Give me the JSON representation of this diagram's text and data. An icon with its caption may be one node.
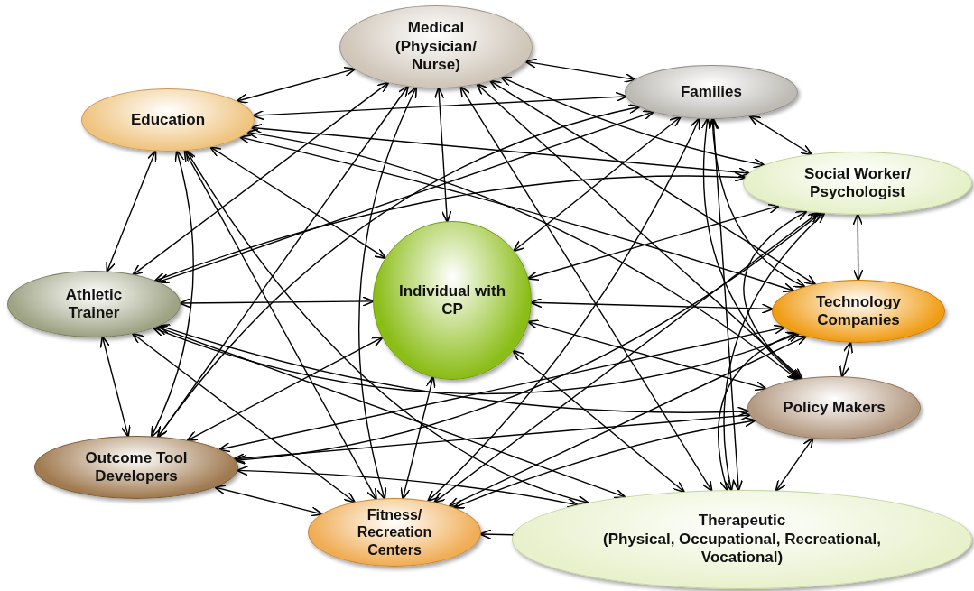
{
  "diagram": {
    "nodes": [
      {
        "text": [
          "Medical (Physician/ Nurse)"
        ]
      },
      {
        "text": [
          "Education"
        ]
      },
      {
        "text": [
          "Families"
        ]
      },
      {
        "text": [
          "Social Worker/ Psychologist"
        ]
      },
      {
        "text": [
          "Athletic Trainer"
        ]
      },
      {
        "text": [
          "Individual with CP"
        ]
      },
      {
        "text": [
          "Technology Companies"
        ]
      },
      {
        "text": [
          "Policy Makers"
        ]
      },
      {
        "text": [
          "Outcome Tool Developers"
        ]
      },
      {
        "text": [
          "Fitness/ Recreation Centers"
        ]
      },
      {
        "text": [
          "Therapeutic",
          "(Physical, Occupational, Recreational, Vocational)"
        ]
      }
    ],
    "edges": [
      {
        "from": 0,
        "to": 1,
        "arrow": "both"
      },
      {
        "from": 0,
        "to": 2,
        "arrow": "both"
      },
      {
        "from": 0,
        "to": 3,
        "arrow": "both"
      },
      {
        "from": 0,
        "to": 4,
        "arrow": "both"
      },
      {
        "from": 0,
        "to": 5,
        "arrow": "both"
      },
      {
        "from": 0,
        "to": 6,
        "arrow": "both"
      },
      {
        "from": 0,
        "to": 7,
        "arrow": "both"
      },
      {
        "from": 0,
        "to": 8,
        "arrow": "both"
      },
      {
        "from": 0,
        "to": 9,
        "arrow": "both"
      },
      {
        "from": 0,
        "to": 10,
        "arrow": "both"
      },
      {
        "from": 1,
        "to": 2,
        "arrow": "both"
      },
      {
        "from": 1,
        "to": 3,
        "arrow": "both"
      },
      {
        "from": 1,
        "to": 4,
        "arrow": "both"
      },
      {
        "from": 1,
        "to": 5,
        "arrow": "both"
      },
      {
        "from": 1,
        "to": 6,
        "arrow": "both"
      },
      {
        "from": 1,
        "to": 7,
        "arrow": "both"
      },
      {
        "from": 1,
        "to": 8,
        "arrow": "both"
      },
      {
        "from": 1,
        "to": 9,
        "arrow": "both"
      },
      {
        "from": 1,
        "to": 10,
        "arrow": "both"
      },
      {
        "from": 2,
        "to": 3,
        "arrow": "both"
      },
      {
        "from": 2,
        "to": 4,
        "arrow": "both"
      },
      {
        "from": 2,
        "to": 5,
        "arrow": "both"
      },
      {
        "from": 2,
        "to": 6,
        "arrow": "both"
      },
      {
        "from": 2,
        "to": 7,
        "arrow": "both"
      },
      {
        "from": 2,
        "to": 8,
        "arrow": "both"
      },
      {
        "from": 2,
        "to": 9,
        "arrow": "both"
      },
      {
        "from": 2,
        "to": 10,
        "arrow": "both"
      },
      {
        "from": 3,
        "to": 4,
        "arrow": "both"
      },
      {
        "from": 3,
        "to": 5,
        "arrow": "both"
      },
      {
        "from": 3,
        "to": 6,
        "arrow": "both"
      },
      {
        "from": 3,
        "to": 7,
        "arrow": "both"
      },
      {
        "from": 3,
        "to": 8,
        "arrow": "both"
      },
      {
        "from": 3,
        "to": 9,
        "arrow": "both"
      },
      {
        "from": 3,
        "to": 10,
        "arrow": "both"
      },
      {
        "from": 4,
        "to": 5,
        "arrow": "both"
      },
      {
        "from": 4,
        "to": 6,
        "arrow": "both"
      },
      {
        "from": 4,
        "to": 7,
        "arrow": "both"
      },
      {
        "from": 4,
        "to": 8,
        "arrow": "both"
      },
      {
        "from": 4,
        "to": 9,
        "arrow": "both"
      },
      {
        "from": 4,
        "to": 10,
        "arrow": "both"
      },
      {
        "from": 5,
        "to": 6,
        "arrow": "both"
      },
      {
        "from": 5,
        "to": 7,
        "arrow": "both"
      },
      {
        "from": 5,
        "to": 8,
        "arrow": "both"
      },
      {
        "from": 5,
        "to": 9,
        "arrow": "both"
      },
      {
        "from": 5,
        "to": 10,
        "arrow": "both"
      },
      {
        "from": 6,
        "to": 7,
        "arrow": "both"
      },
      {
        "from": 6,
        "to": 8,
        "arrow": "both"
      },
      {
        "from": 6,
        "to": 9,
        "arrow": "both"
      },
      {
        "from": 6,
        "to": 10,
        "arrow": "both"
      },
      {
        "from": 7,
        "to": 8,
        "arrow": "both"
      },
      {
        "from": 7,
        "to": 9,
        "arrow": "both"
      },
      {
        "from": 7,
        "to": 10,
        "arrow": "both"
      },
      {
        "from": 8,
        "to": 9,
        "arrow": "both"
      },
      {
        "from": 8,
        "to": 10,
        "arrow": "both"
      },
      {
        "from": 9,
        "to": 10,
        "arrow": "both"
      }
    ]
  }
}
